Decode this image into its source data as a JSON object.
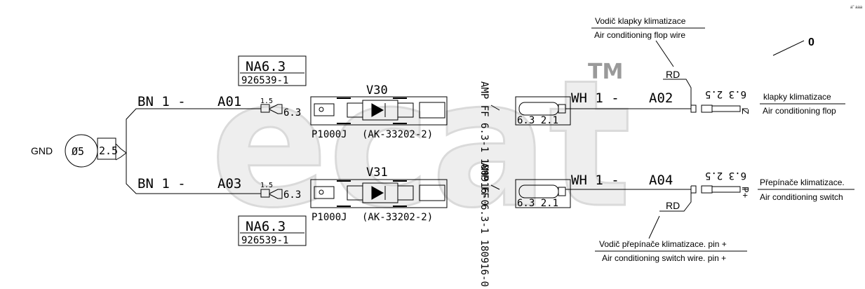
{
  "page_number": "0",
  "corner_mark": "a\" aaa",
  "watermark": {
    "text": "ecat",
    "tm": "TM"
  },
  "ground": {
    "label": "GND",
    "diameter": "Ø5",
    "size": "2.5"
  },
  "circuits": [
    {
      "wire": "BN 1 -",
      "pin": "A01",
      "gauge": "1.5",
      "terminal": "6.3",
      "housing": "NA6.3",
      "housing_pn": "926539-1",
      "diode": "V30",
      "part": "P1000J",
      "part_ref": "(AK-33202-2)",
      "amp_rotated": "AMP FF 6.3-1 180916-0",
      "right_terminal": "6.3 2.1",
      "out_wire": "WH 1 -",
      "out_pin": "A02",
      "out_terminal": "6.3 2.5",
      "out_pin_letter": "Z",
      "desc_cz": "klapky klimatizace",
      "desc_en": "Air conditioning flop"
    },
    {
      "wire": "BN 1 -",
      "pin": "A03",
      "gauge": "1.5",
      "terminal": "6.3",
      "housing": "NA6.3",
      "housing_pn": "926539-1",
      "diode": "V31",
      "part": "P1000J",
      "part_ref": "(AK-33202-2)",
      "amp_rotated": "AMP FF 6.3-1 180916-0",
      "right_terminal": "6.3 2.1",
      "out_wire": "WH 1 -",
      "out_pin": "A04",
      "out_terminal": "6.3 2.5",
      "out_pin_letter": "P+",
      "desc_cz": "Přepínače klimatizace.",
      "desc_en": "Air conditioning switch"
    }
  ],
  "wire_color": "RD",
  "callouts": {
    "top": {
      "cz": "Vodič klapky klimatizace",
      "en": "Air conditioning flop wire"
    },
    "bottom": {
      "cz": "Vodič přepínače klimatizace. pin +",
      "en": "Air conditioning switch wire. pin +"
    }
  }
}
